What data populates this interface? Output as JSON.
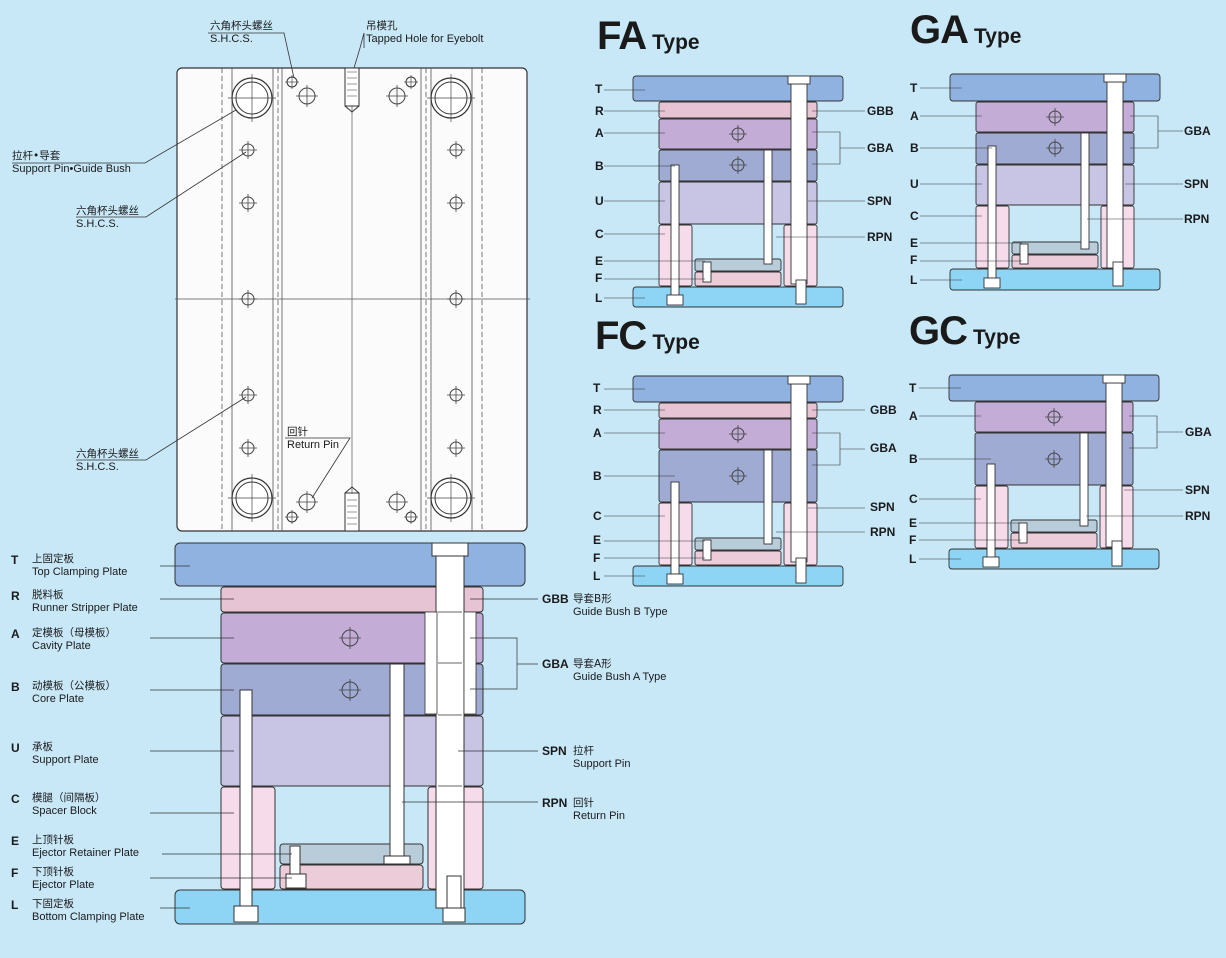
{
  "top_view": {
    "shcs_top": {
      "cn": "六角杯头螺丝",
      "en": "S.H.C.S."
    },
    "eyebolt": {
      "cn": "吊模孔",
      "en": "Tapped Hole for Eyebolt"
    },
    "support_pin_bush": {
      "cn": "拉杆•导套",
      "en": "Support Pin•Guide Bush"
    },
    "shcs_mid": {
      "cn": "六角杯头螺丝",
      "en": "S.H.C.S."
    },
    "return_pin": {
      "cn": "回针",
      "en": "Return Pin"
    },
    "shcs_low": {
      "cn": "六角杯头螺丝",
      "en": "S.H.C.S."
    }
  },
  "plates": [
    {
      "code": "T",
      "cn": "上固定板",
      "en": "Top Clamping Plate",
      "color": "#8fb2e0"
    },
    {
      "code": "R",
      "cn": "脱料板",
      "en": "Runner Stripper Plate",
      "color": "#e6c4d4"
    },
    {
      "code": "A",
      "cn": "定模板（母模板）",
      "en": "Cavity Plate",
      "color": "#c3acd6"
    },
    {
      "code": "B",
      "cn": "动模板（公模板）",
      "en": "Core Plate",
      "color": "#9fabd2"
    },
    {
      "code": "U",
      "cn": "承板",
      "en": "Support Plate",
      "color": "#c8c4e4"
    },
    {
      "code": "C",
      "cn": "模腿（间隔板）",
      "en": "Spacer Block",
      "color": "#f6dcea"
    },
    {
      "code": "E",
      "cn": "上顶针板",
      "en": "Ejector Retainer Plate",
      "color": "#b8ccda"
    },
    {
      "code": "F",
      "cn": "下顶针板",
      "en": "Ejector Plate",
      "color": "#ecccd8"
    },
    {
      "code": "L",
      "cn": "下固定板",
      "en": "Bottom Clamping Plate",
      "color": "#8ed4f4"
    }
  ],
  "components": [
    {
      "code": "GBB",
      "cn": "导套B形",
      "en": "Guide Bush B Type"
    },
    {
      "code": "GBA",
      "cn": "导套A形",
      "en": "Guide Bush A Type"
    },
    {
      "code": "SPN",
      "cn": "拉杆",
      "en": "Support Pin"
    },
    {
      "code": "RPN",
      "cn": "回针",
      "en": "Return Pin"
    }
  ],
  "types": {
    "fa": {
      "name": "FA",
      "suffix": "Type"
    },
    "ga": {
      "name": "GA",
      "suffix": "Type"
    },
    "fc": {
      "name": "FC",
      "suffix": "Type"
    },
    "gc": {
      "name": "GC",
      "suffix": "Type"
    }
  },
  "codes": {
    "T": "T",
    "R": "R",
    "A": "A",
    "B": "B",
    "U": "U",
    "C": "C",
    "E": "E",
    "F": "F",
    "L": "L",
    "GBB": "GBB",
    "GBA": "GBA",
    "SPN": "SPN",
    "RPN": "RPN"
  }
}
